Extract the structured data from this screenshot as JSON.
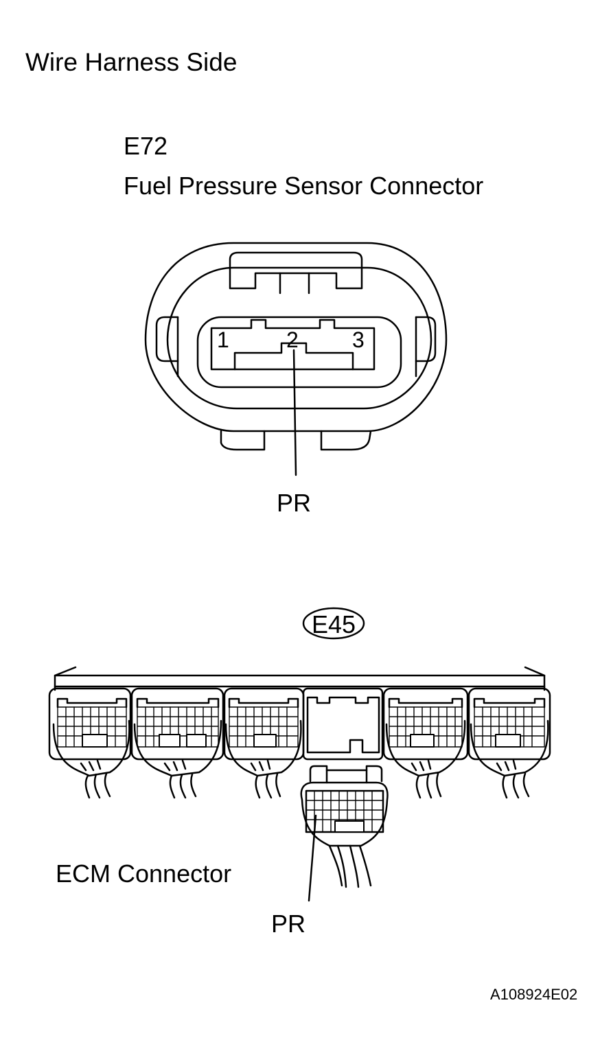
{
  "title": "Wire Harness Side",
  "sensor_connector": {
    "code": "E72",
    "name": "Fuel Pressure Sensor Connector",
    "pins": [
      "1",
      "2",
      "3"
    ],
    "wire_label": "PR"
  },
  "ecm_connector": {
    "code": "E45",
    "name": "ECM Connector",
    "wire_label": "PR"
  },
  "figure_id": "A108924E02"
}
